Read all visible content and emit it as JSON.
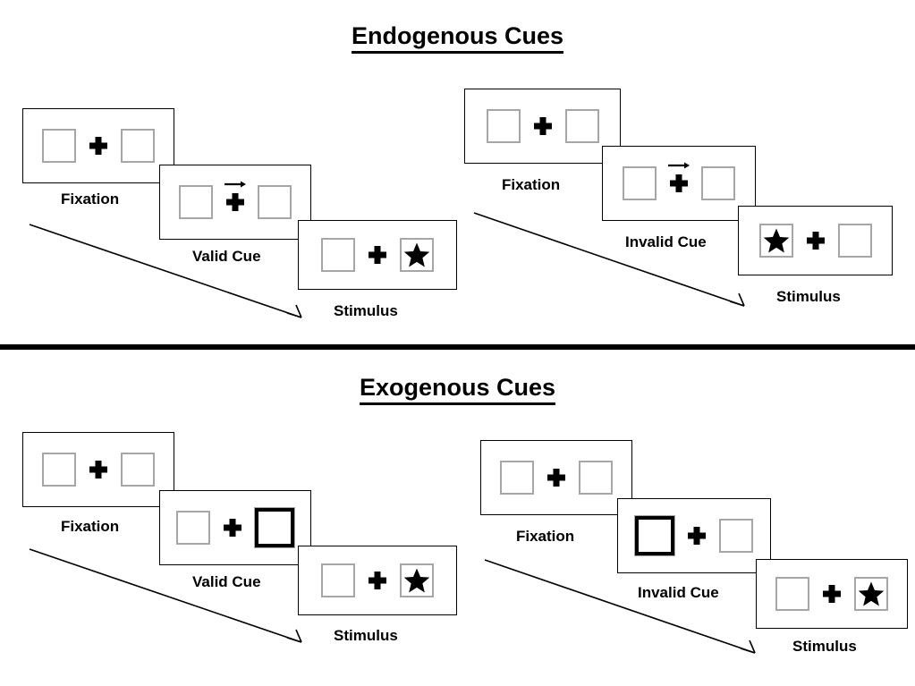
{
  "sections": [
    {
      "id": "endogenous",
      "title": "Endogenous Cues",
      "panels": [
        {
          "id": "endogenous-valid",
          "condition": "valid",
          "cue_type": "arrow",
          "stages": [
            {
              "label": "Fixation",
              "cue_side": "none",
              "target_side": "none"
            },
            {
              "label": "Valid Cue",
              "cue_side": "right",
              "target_side": "none"
            },
            {
              "label": "Stimulus",
              "cue_side": "none",
              "target_side": "right"
            }
          ]
        },
        {
          "id": "endogenous-invalid",
          "condition": "invalid",
          "cue_type": "arrow",
          "stages": [
            {
              "label": "Fixation",
              "cue_side": "none",
              "target_side": "none"
            },
            {
              "label": "Invalid Cue",
              "cue_side": "right",
              "target_side": "none"
            },
            {
              "label": "Stimulus",
              "cue_side": "none",
              "target_side": "left"
            }
          ]
        }
      ]
    },
    {
      "id": "exogenous",
      "title": "Exogenous Cues",
      "panels": [
        {
          "id": "exogenous-valid",
          "condition": "valid",
          "cue_type": "box-flash",
          "stages": [
            {
              "label": "Fixation",
              "cue_side": "none",
              "target_side": "none"
            },
            {
              "label": "Valid Cue",
              "cue_side": "right",
              "target_side": "none"
            },
            {
              "label": "Stimulus",
              "cue_side": "none",
              "target_side": "right"
            }
          ]
        },
        {
          "id": "exogenous-invalid",
          "condition": "invalid",
          "cue_type": "box-flash",
          "stages": [
            {
              "label": "Fixation",
              "cue_side": "none",
              "target_side": "none"
            },
            {
              "label": "Invalid Cue",
              "cue_side": "left",
              "target_side": "none"
            },
            {
              "label": "Stimulus",
              "cue_side": "none",
              "target_side": "right"
            }
          ]
        }
      ]
    }
  ],
  "labels": {
    "fixation": "Fixation",
    "valid_cue": "Valid Cue",
    "invalid_cue": "Invalid Cue",
    "stimulus": "Stimulus"
  },
  "colors": {
    "box_border": "#a6a6a6",
    "frame_border": "#000000",
    "ink": "#000000",
    "background": "#ffffff",
    "cue_border": "#000000"
  },
  "icons": {
    "target": "star-icon",
    "fixation": "plus-cross-icon",
    "endogenous_cue": "right-arrow-icon",
    "timeline": "timeline-arrow-icon"
  }
}
